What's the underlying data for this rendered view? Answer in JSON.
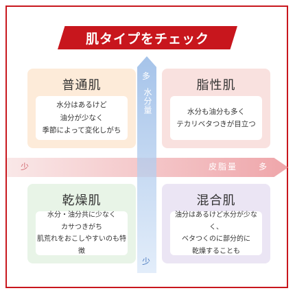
{
  "title": "肌タイプをチェック",
  "axes": {
    "horizontal": {
      "low": "少",
      "name": "皮脂量",
      "high": "多"
    },
    "vertical": {
      "high": "多",
      "name": "水分量",
      "low": "少"
    }
  },
  "quadrants": {
    "normal": {
      "title": "普通肌",
      "lines": [
        "水分はあるけど",
        "油分が少なく",
        "季節によって変化しがち"
      ]
    },
    "oily": {
      "title": "脂性肌",
      "lines": [
        "水分も油分も多く",
        "テカリベタつきが目立つ"
      ]
    },
    "dry": {
      "title": "乾燥肌",
      "lines": [
        "水分・油分共に少なく",
        "カサつきがち",
        "肌荒れをおこしやすいのも特徴"
      ]
    },
    "combo": {
      "title": "混合肌",
      "lines": [
        "油分はあるけど水分が少なく、",
        "ベタつくのに部分的に",
        "乾燥することも"
      ]
    }
  },
  "colors": {
    "accent": "#c8161d",
    "normal": "#fdebd9",
    "oily": "#f9e1df",
    "dry": "#e8f4e7",
    "combo": "#ebe5f4"
  }
}
